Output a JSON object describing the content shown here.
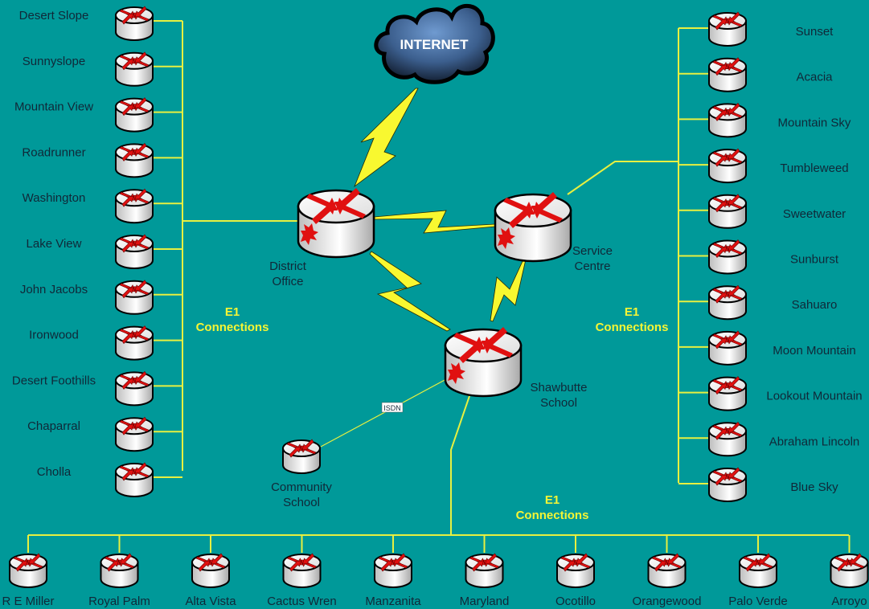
{
  "diagram": {
    "colors": {
      "background": "#009999",
      "link": "#e8f040",
      "wan_bolt": "#f8f830",
      "router_arrow": "#e01010",
      "label_text": "#102838",
      "e1_label": "#f5f535"
    },
    "cloud": {
      "label": "INTERNET",
      "icon": "cloud-icon"
    },
    "core": {
      "district_office": {
        "label_line1": "District",
        "label_line2": "Office",
        "icon": "router-icon"
      },
      "service_centre": {
        "label_line1": "Service",
        "label_line2": "Centre",
        "icon": "router-icon"
      },
      "shawbutte_school": {
        "label_line1": "Shawbutte",
        "label_line2": "School",
        "icon": "router-icon"
      },
      "community_school": {
        "label_line1": "Community",
        "label_line2": "School",
        "icon": "router-icon"
      }
    },
    "isdn_label": "ISDN",
    "e1_groups": {
      "left": {
        "line1": "E1",
        "line2": "Connections"
      },
      "right": {
        "line1": "E1",
        "line2": "Connections"
      },
      "bottom": {
        "line1": "E1",
        "line2": "Connections"
      }
    },
    "left_sites": [
      "Desert Slope",
      "Sunnyslope",
      "Mountain View",
      "Roadrunner",
      "Washington",
      "Lake View",
      "John Jacobs",
      "Ironwood",
      "Desert Foothills",
      "Chaparral",
      "Cholla"
    ],
    "right_sites": [
      "Sunset",
      "Acacia",
      "Mountain Sky",
      "Tumbleweed",
      "Sweetwater",
      "Sunburst",
      "Sahuaro",
      "Moon Mountain",
      "Lookout Mountain",
      "Abraham Lincoln",
      "Blue Sky"
    ],
    "bottom_sites": [
      "R E Miller",
      "Royal Palm",
      "Alta Vista",
      "Cactus Wren",
      "Manzanita",
      "Maryland",
      "Ocotillo",
      "Orangewood",
      "Palo Verde",
      "Arroyo"
    ]
  }
}
